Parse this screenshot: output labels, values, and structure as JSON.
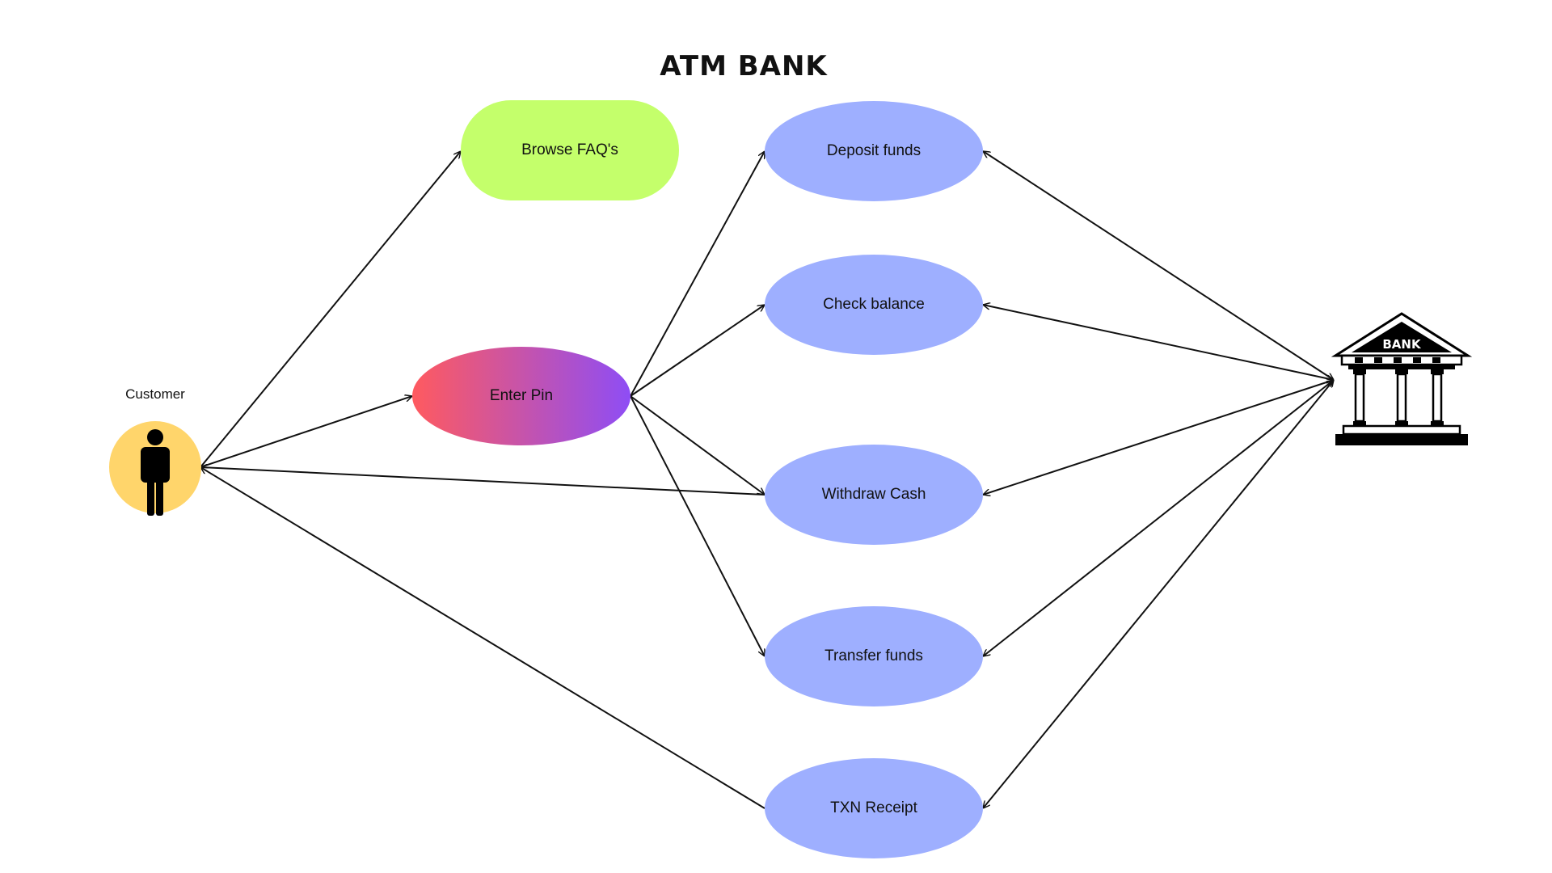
{
  "title": "ATM BANK",
  "actors": {
    "customer": {
      "label": "Customer"
    },
    "bank": {
      "sign": "BANK"
    }
  },
  "use_cases": {
    "faq": "Browse FAQ's",
    "pin": "Enter Pin",
    "deposit": "Deposit funds",
    "balance": "Check balance",
    "withdraw": "Withdraw Cash",
    "transfer": "Transfer funds",
    "receipt": "TXN Receipt"
  },
  "colors": {
    "customer_circle": "#FFD56B",
    "faq_fill": "#C4FF6B",
    "pin_gradient_start": "#FF5A5F",
    "pin_gradient_end": "#8E4DF5",
    "use_case_fill": "#9EAFFF",
    "line": "#111111"
  }
}
